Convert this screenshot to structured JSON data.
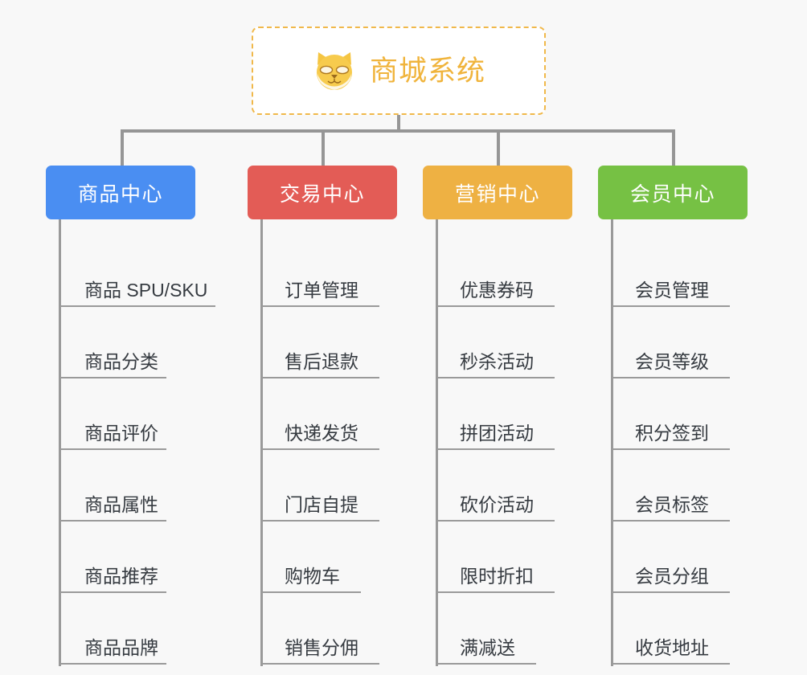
{
  "root": {
    "icon": "shiba-dog-icon",
    "title": "商城系统",
    "border_color": "#f0b84a",
    "text_color": "#f0b43c"
  },
  "connector_color": "#969696",
  "background": "#f8f8f8",
  "columns": [
    {
      "id": "product-center",
      "label": "商品中心",
      "color": "#4a8ef2",
      "items": [
        "商品 SPU/SKU",
        "商品分类",
        "商品评价",
        "商品属性",
        "商品推荐",
        "商品品牌"
      ]
    },
    {
      "id": "trade-center",
      "label": "交易中心",
      "color": "#e35c56",
      "items": [
        "订单管理",
        "售后退款",
        "快递发货",
        "门店自提",
        "购物车",
        "销售分佣"
      ]
    },
    {
      "id": "marketing-center",
      "label": "营销中心",
      "color": "#eeb143",
      "items": [
        "优惠券码",
        "秒杀活动",
        "拼团活动",
        "砍价活动",
        "限时折扣",
        "满减送"
      ]
    },
    {
      "id": "member-center",
      "label": "会员中心",
      "color": "#76c144",
      "items": [
        "会员管理",
        "会员等级",
        "积分签到",
        "会员标签",
        "会员分组",
        "收货地址"
      ]
    }
  ]
}
